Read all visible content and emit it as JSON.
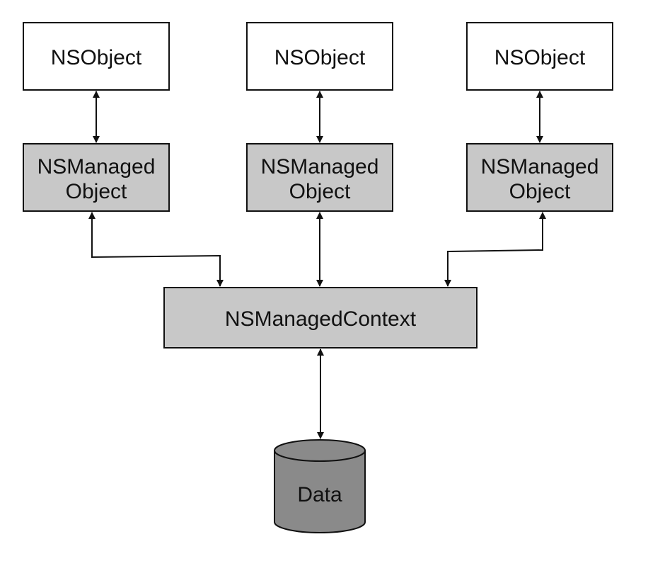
{
  "nsobject_boxes": [
    {
      "label": "NSObject"
    },
    {
      "label": "NSObject"
    },
    {
      "label": "NSObject"
    }
  ],
  "managed_object_boxes": [
    {
      "line1": "NSManaged",
      "line2": "Object"
    },
    {
      "line1": "NSManaged",
      "line2": "Object"
    },
    {
      "line1": "NSManaged",
      "line2": "Object"
    }
  ],
  "context_box": {
    "label": "NSManagedContext"
  },
  "data_store": {
    "label": "Data"
  },
  "colors": {
    "nsobject_fill": "#ffffff",
    "managed_fill": "#c8c8c8",
    "context_fill": "#c8c8c8",
    "cylinder_fill": "#8a8a8a",
    "stroke": "#111111"
  }
}
